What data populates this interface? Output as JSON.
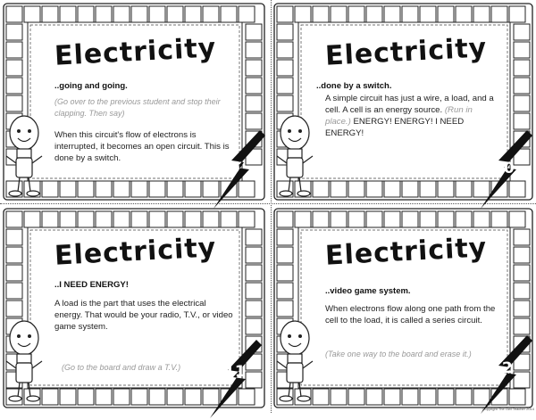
{
  "cards": [
    {
      "title": "Electricity",
      "heading": "..going and going.",
      "italic_note": "(Go over to the previous student and stop their clapping.  Then say)",
      "body": "When this circuit's flow of electrons is interrupted, it becomes an open circuit.  This is done by a switch.",
      "number": "9"
    },
    {
      "title": "Electricity",
      "heading": "..done by a switch.",
      "body_before": "A simple circuit has just a wire, a load, and a cell.  A cell is an energy source. ",
      "body_italic": "(Run in place.)",
      "body_after": " ENERGY!  ENERGY!  I NEED ENERGY!",
      "number": "10"
    },
    {
      "title": "Electricity",
      "heading": "..I NEED ENERGY!",
      "body": "A load is the part that uses the electrical energy.  That would be your radio, T.V., or video game system.",
      "italic_note": "(Go to the board and draw a T.V.)",
      "number": "11"
    },
    {
      "title": "Electricity",
      "heading": "..video game system.",
      "body": "When electrons flow along one path from the cell to the load, it is called a series circuit.",
      "italic_note": "(Take one way to the board and erase it.)",
      "number": "12"
    }
  ],
  "copyright": "Copyright The Owl Teacher 2014"
}
